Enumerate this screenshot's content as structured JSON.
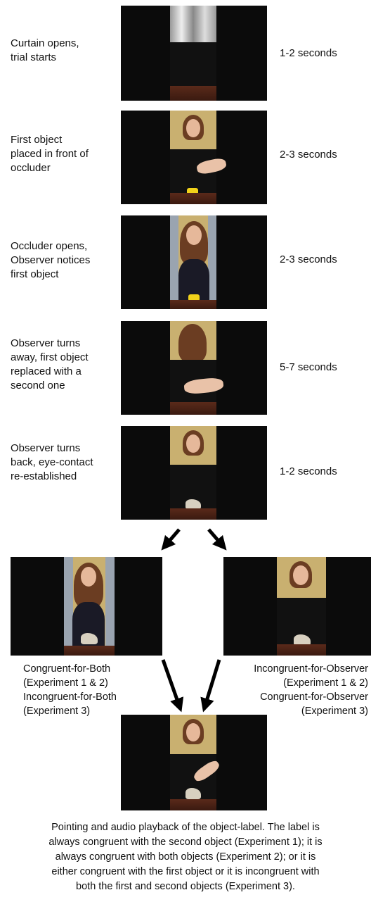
{
  "steps": [
    {
      "text": [
        "Curtain opens,",
        "trial starts"
      ],
      "duration": "1-2 seconds",
      "image": "curtain-opening"
    },
    {
      "text": [
        "First object",
        "placed in front of",
        "occluder"
      ],
      "duration": "2-3 seconds",
      "image": "object-placed"
    },
    {
      "text": [
        "Occluder opens,",
        "Observer notices",
        "first object"
      ],
      "duration": "2-3 seconds",
      "image": "observer-notices"
    },
    {
      "text": [
        "Observer turns",
        "away, first object",
        "replaced with a",
        "second one"
      ],
      "duration": "5-7 seconds",
      "image": "object-replaced"
    },
    {
      "text": [
        "Observer turns",
        "back, eye-contact",
        "re-established"
      ],
      "duration": "1-2 seconds",
      "image": "eye-contact"
    }
  ],
  "branches": {
    "left": [
      "Congruent-for-Both",
      "(Experiment 1 & 2)",
      "Incongruent-for-Both",
      "(Experiment 3)"
    ],
    "right": [
      "Incongruent-for-Observer",
      "(Experiment 1 & 2)",
      "Congruent-for-Observer",
      "(Experiment 3)"
    ]
  },
  "caption": [
    "Pointing and audio playback of the object-label. The label is",
    "always congruent with the second object (Experiment 1); it is",
    "always congruent with both objects (Experiment 2); or it is",
    "either congruent with the first object or it is incongruent with",
    "both the first and second objects (Experiment 3)."
  ]
}
